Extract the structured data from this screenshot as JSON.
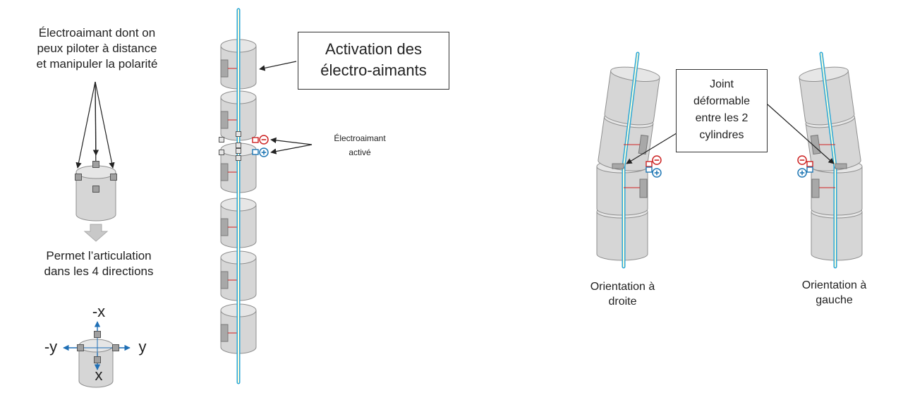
{
  "colors": {
    "cylinder_fill": "#d6d6d6",
    "cylinder_stroke": "#8f8f8f",
    "cylinder_top": "#e6e6e6",
    "magnet_fill": "#a8a8a8",
    "node_fill": "#a0a0a0",
    "rod_blue": "#2aa7d8",
    "rod_inner": "#fffbd6",
    "wire_red": "#d02020",
    "minus_red": "#cc2222",
    "plus_blue": "#1f77b4",
    "arrow": "#222222",
    "axis_blue": "#1f6fb5",
    "down_arrow": "#c8c8c8"
  },
  "left_panel": {
    "top_caption": [
      "Électroaimant dont on",
      "peux piloter à distance",
      "et manipuler la polarité"
    ],
    "middle_caption": [
      "Permet l’articulation",
      "dans les 4 directions"
    ],
    "axis_labels": {
      "minus_x": "-x",
      "plus_x": "x",
      "minus_y": "-y",
      "plus_y": "y"
    }
  },
  "center_panel": {
    "callout": [
      "Activation des",
      "électro-aimants"
    ],
    "active_label": [
      "Électroaimant",
      "activé"
    ],
    "segment_count": 6
  },
  "right_panel": {
    "callout": [
      "Joint",
      "déformable",
      "entre les 2",
      "cylindres"
    ],
    "caption_right": [
      "Orientation à",
      "droite"
    ],
    "caption_left": [
      "Orientation à",
      "gauche"
    ]
  },
  "symbols": {
    "minus": "−",
    "plus": "+"
  }
}
